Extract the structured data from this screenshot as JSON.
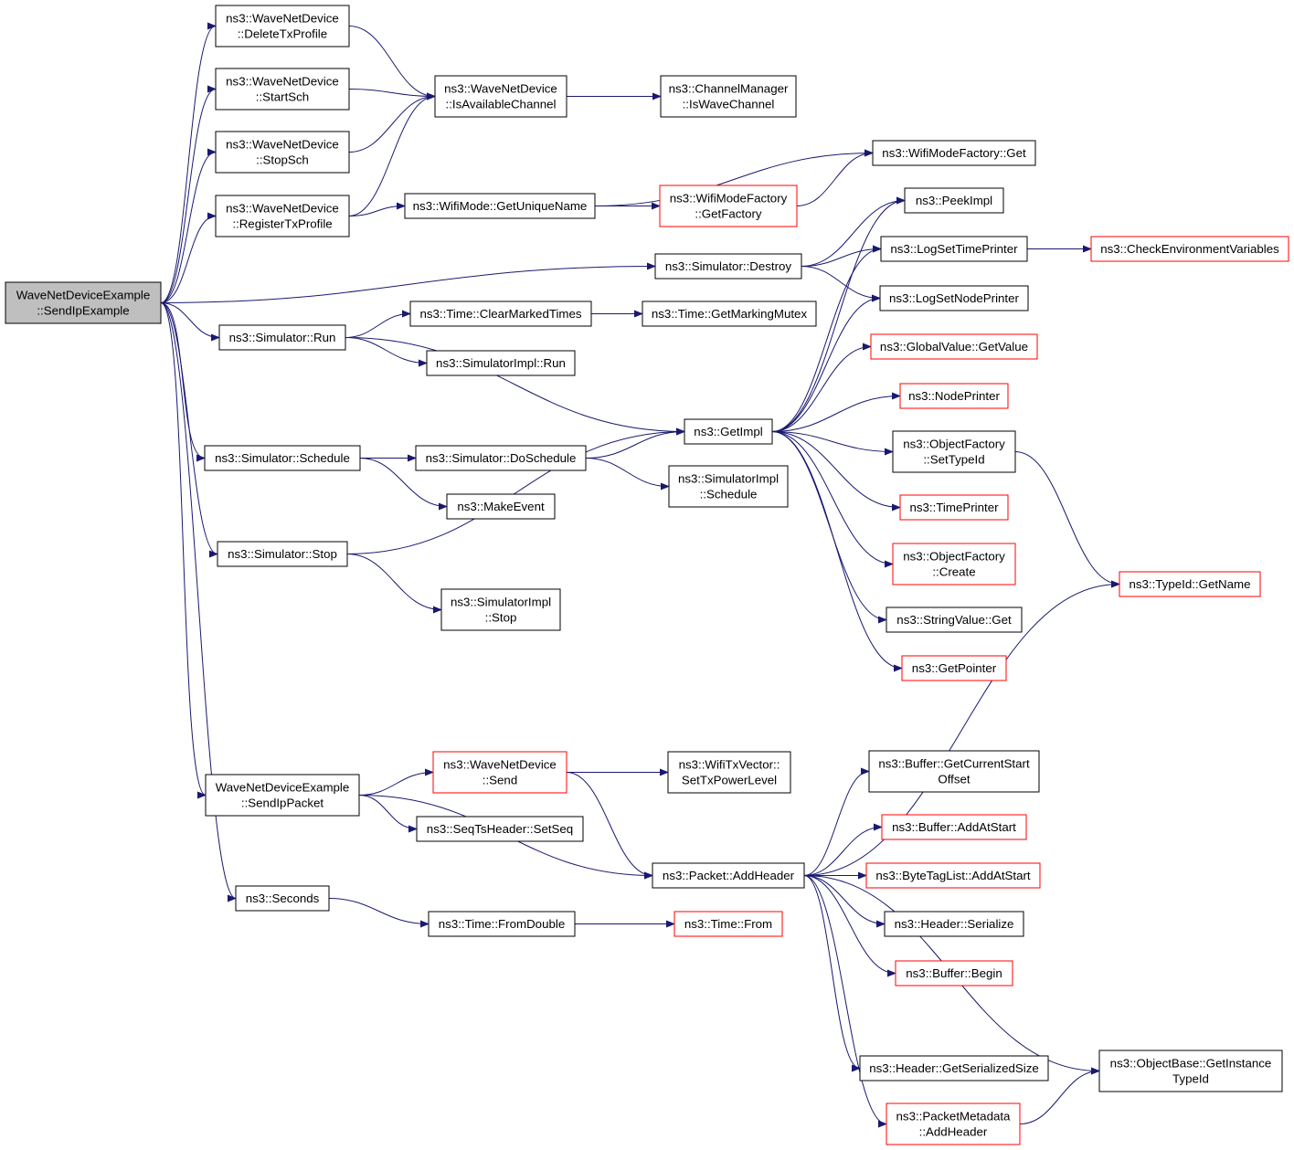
{
  "colors": {
    "edge": "#191970",
    "node_border": "#000000",
    "truncated_border": "#ff0000",
    "root_fill": "#bfbfbf",
    "node_fill": "#ffffff"
  },
  "nodes": [
    {
      "id": "root",
      "lines": [
        "WaveNetDeviceExample",
        "::SendIpExample"
      ],
      "root": true
    },
    {
      "id": "deletetx",
      "lines": [
        "ns3::WaveNetDevice",
        "::DeleteTxProfile"
      ]
    },
    {
      "id": "startsch",
      "lines": [
        "ns3::WaveNetDevice",
        "::StartSch"
      ]
    },
    {
      "id": "stopsch",
      "lines": [
        "ns3::WaveNetDevice",
        "::StopSch"
      ]
    },
    {
      "id": "registertx",
      "lines": [
        "ns3::WaveNetDevice",
        "::RegisterTxProfile"
      ]
    },
    {
      "id": "isavail",
      "lines": [
        "ns3::WaveNetDevice",
        "::IsAvailableChannel"
      ]
    },
    {
      "id": "iswave",
      "lines": [
        "ns3::ChannelManager",
        "::IsWaveChannel"
      ]
    },
    {
      "id": "wifimodeget",
      "lines": [
        "ns3::WifiModeFactory::Get"
      ]
    },
    {
      "id": "getuniq",
      "lines": [
        "ns3::WifiMode::GetUniqueName"
      ]
    },
    {
      "id": "getfactory",
      "lines": [
        "ns3::WifiModeFactory",
        "::GetFactory"
      ],
      "truncated": true
    },
    {
      "id": "peekimpl",
      "lines": [
        "ns3::PeekImpl"
      ]
    },
    {
      "id": "destroy",
      "lines": [
        "ns3::Simulator::Destroy"
      ]
    },
    {
      "id": "logtime",
      "lines": [
        "ns3::LogSetTimePrinter"
      ]
    },
    {
      "id": "checkenv",
      "lines": [
        "ns3::CheckEnvironmentVariables"
      ],
      "truncated": true
    },
    {
      "id": "lognode",
      "lines": [
        "ns3::LogSetNodePrinter"
      ]
    },
    {
      "id": "run",
      "lines": [
        "ns3::Simulator::Run"
      ]
    },
    {
      "id": "clearmarked",
      "lines": [
        "ns3::Time::ClearMarkedTimes"
      ]
    },
    {
      "id": "getmarking",
      "lines": [
        "ns3::Time::GetMarkingMutex"
      ]
    },
    {
      "id": "simimplrun",
      "lines": [
        "ns3::SimulatorImpl::Run"
      ]
    },
    {
      "id": "globalval",
      "lines": [
        "ns3::GlobalValue::GetValue"
      ],
      "truncated": true
    },
    {
      "id": "nodeprinter",
      "lines": [
        "ns3::NodePrinter"
      ],
      "truncated": true
    },
    {
      "id": "getimpl",
      "lines": [
        "ns3::GetImpl"
      ]
    },
    {
      "id": "settypeid",
      "lines": [
        "ns3::ObjectFactory",
        "::SetTypeId"
      ]
    },
    {
      "id": "schedule",
      "lines": [
        "ns3::Simulator::Schedule"
      ]
    },
    {
      "id": "doschedule",
      "lines": [
        "ns3::Simulator::DoSchedule"
      ]
    },
    {
      "id": "simimplsched",
      "lines": [
        "ns3::SimulatorImpl",
        "::Schedule"
      ]
    },
    {
      "id": "makeevent",
      "lines": [
        "ns3::MakeEvent"
      ]
    },
    {
      "id": "timeprinter",
      "lines": [
        "ns3::TimePrinter"
      ],
      "truncated": true
    },
    {
      "id": "stop",
      "lines": [
        "ns3::Simulator::Stop"
      ]
    },
    {
      "id": "ofcreate",
      "lines": [
        "ns3::ObjectFactory",
        "::Create"
      ],
      "truncated": true
    },
    {
      "id": "getname",
      "lines": [
        "ns3::TypeId::GetName"
      ],
      "truncated": true
    },
    {
      "id": "simimplstop",
      "lines": [
        "ns3::SimulatorImpl",
        "::Stop"
      ]
    },
    {
      "id": "stringget",
      "lines": [
        "ns3::StringValue::Get"
      ]
    },
    {
      "id": "getpointer",
      "lines": [
        "ns3::GetPointer"
      ],
      "truncated": true
    },
    {
      "id": "wavesend",
      "lines": [
        "ns3::WaveNetDevice",
        "::Send"
      ],
      "truncated": true
    },
    {
      "id": "settxpower",
      "lines": [
        "ns3::WifiTxVector::",
        "SetTxPowerLevel"
      ]
    },
    {
      "id": "getcurstart",
      "lines": [
        "ns3::Buffer::GetCurrentStart",
        "Offset"
      ]
    },
    {
      "id": "sendippacket",
      "lines": [
        "WaveNetDeviceExample",
        "::SendIpPacket"
      ]
    },
    {
      "id": "setseq",
      "lines": [
        "ns3::SeqTsHeader::SetSeq"
      ]
    },
    {
      "id": "addatstart",
      "lines": [
        "ns3::Buffer::AddAtStart"
      ],
      "truncated": true
    },
    {
      "id": "addheader",
      "lines": [
        "ns3::Packet::AddHeader"
      ]
    },
    {
      "id": "bytetag",
      "lines": [
        "ns3::ByteTagList::AddAtStart"
      ],
      "truncated": true
    },
    {
      "id": "seconds",
      "lines": [
        "ns3::Seconds"
      ]
    },
    {
      "id": "fromdouble",
      "lines": [
        "ns3::Time::FromDouble"
      ]
    },
    {
      "id": "timefrom",
      "lines": [
        "ns3::Time::From"
      ],
      "truncated": true
    },
    {
      "id": "serialize",
      "lines": [
        "ns3::Header::Serialize"
      ]
    },
    {
      "id": "begin",
      "lines": [
        "ns3::Buffer::Begin"
      ],
      "truncated": true
    },
    {
      "id": "getinst",
      "lines": [
        "ns3::ObjectBase::GetInstance",
        "TypeId"
      ]
    },
    {
      "id": "getsersize",
      "lines": [
        "ns3::Header::GetSerializedSize"
      ]
    },
    {
      "id": "pmaddheader",
      "lines": [
        "ns3::PacketMetadata",
        "::AddHeader"
      ],
      "truncated": true
    }
  ],
  "edges": [
    [
      "root",
      "deletetx"
    ],
    [
      "root",
      "startsch"
    ],
    [
      "root",
      "stopsch"
    ],
    [
      "root",
      "registertx"
    ],
    [
      "root",
      "destroy"
    ],
    [
      "root",
      "run"
    ],
    [
      "root",
      "schedule"
    ],
    [
      "root",
      "stop"
    ],
    [
      "root",
      "sendippacket"
    ],
    [
      "root",
      "seconds"
    ],
    [
      "deletetx",
      "isavail"
    ],
    [
      "startsch",
      "isavail"
    ],
    [
      "stopsch",
      "isavail"
    ],
    [
      "registertx",
      "isavail"
    ],
    [
      "isavail",
      "iswave"
    ],
    [
      "registertx",
      "getuniq"
    ],
    [
      "getuniq",
      "wifimodeget"
    ],
    [
      "getuniq",
      "getfactory"
    ],
    [
      "getfactory",
      "wifimodeget"
    ],
    [
      "destroy",
      "peekimpl"
    ],
    [
      "destroy",
      "logtime"
    ],
    [
      "destroy",
      "lognode"
    ],
    [
      "logtime",
      "checkenv"
    ],
    [
      "run",
      "clearmarked"
    ],
    [
      "clearmarked",
      "getmarking"
    ],
    [
      "run",
      "simimplrun"
    ],
    [
      "run",
      "getimpl"
    ],
    [
      "getimpl",
      "peekimpl"
    ],
    [
      "getimpl",
      "logtime"
    ],
    [
      "getimpl",
      "lognode"
    ],
    [
      "getimpl",
      "globalval"
    ],
    [
      "getimpl",
      "nodeprinter"
    ],
    [
      "getimpl",
      "settypeid"
    ],
    [
      "getimpl",
      "timeprinter"
    ],
    [
      "getimpl",
      "ofcreate"
    ],
    [
      "getimpl",
      "stringget"
    ],
    [
      "getimpl",
      "getpointer"
    ],
    [
      "settypeid",
      "getname"
    ],
    [
      "schedule",
      "doschedule"
    ],
    [
      "schedule",
      "makeevent"
    ],
    [
      "doschedule",
      "getimpl"
    ],
    [
      "doschedule",
      "simimplsched"
    ],
    [
      "stop",
      "getimpl"
    ],
    [
      "stop",
      "simimplstop"
    ],
    [
      "sendippacket",
      "wavesend"
    ],
    [
      "sendippacket",
      "setseq"
    ],
    [
      "sendippacket",
      "addheader"
    ],
    [
      "wavesend",
      "settxpower"
    ],
    [
      "wavesend",
      "addheader"
    ],
    [
      "addheader",
      "getname"
    ],
    [
      "addheader",
      "getcurstart"
    ],
    [
      "addheader",
      "addatstart"
    ],
    [
      "addheader",
      "bytetag"
    ],
    [
      "addheader",
      "serialize"
    ],
    [
      "addheader",
      "begin"
    ],
    [
      "addheader",
      "getinst"
    ],
    [
      "addheader",
      "getsersize"
    ],
    [
      "addheader",
      "pmaddheader"
    ],
    [
      "pmaddheader",
      "getinst"
    ],
    [
      "seconds",
      "fromdouble"
    ],
    [
      "fromdouble",
      "timefrom"
    ]
  ]
}
